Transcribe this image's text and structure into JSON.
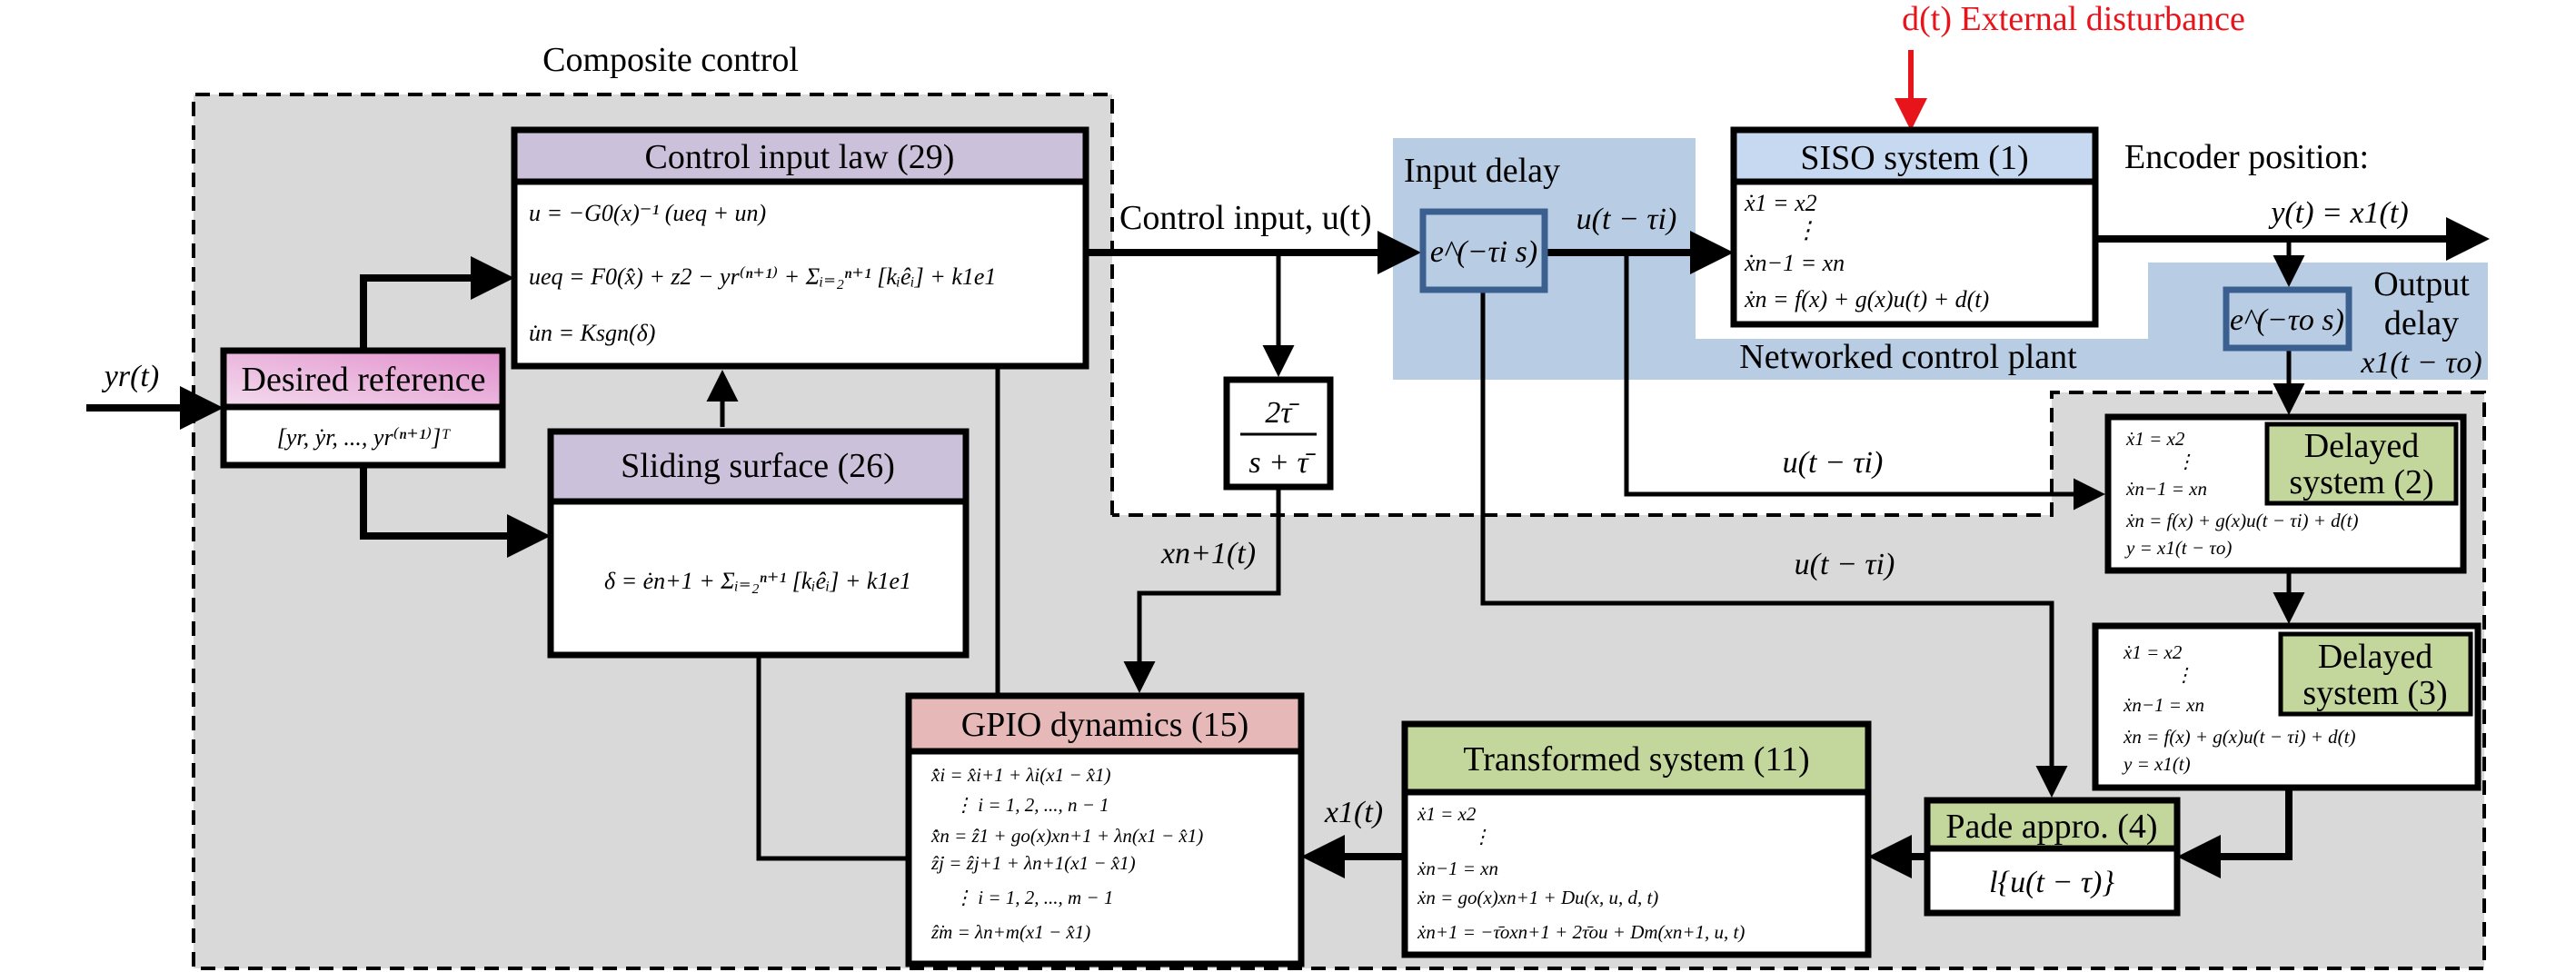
{
  "colors": {
    "composite_bg": "#d9d9d9",
    "network_bg": "#b8cce4",
    "delay_box_stroke": "#3b5f8f",
    "purple_header": "#ccc1da",
    "pink_header": "#e6a8d3",
    "gpio_header": "#e6b9b8",
    "green_header": "#c3d69b",
    "siso_header": "#c6d9f1",
    "disturbance": "#e8141c"
  },
  "regions": {
    "composite_control": "Composite control",
    "input_delay": "Input delay",
    "networked_plant": "Networked control plant",
    "output_delay_line1": "Output",
    "output_delay_line2": "delay"
  },
  "signals": {
    "reference_input": "yr(t)",
    "control_input": "Control input, u(t)",
    "delayed_input_top": "u(t − τi)",
    "delayed_input_mid": "u(t − τi)",
    "delayed_input_low": "u(t − τi)",
    "encoder_label": "Encoder position:",
    "output_eq": "y(t) = x1(t)",
    "delayed_output": "x1(t − τo)",
    "filter_output": "xn+1(t)",
    "observer_input": "x1(t)",
    "disturbance": "d(t) External disturbance"
  },
  "blocks": {
    "control_law": {
      "title": "Control input law (29)",
      "eqs": [
        "u = −G0(x)⁻¹ (ueq + un)",
        "ueq = F0(x̂) + z2 − yr⁽ⁿ⁺¹⁾ + Σᵢ₌₂ⁿ⁺¹ [kᵢêᵢ] + k1e1",
        "u̇n = Ksgn(δ)"
      ]
    },
    "desired_reference": {
      "title": "Desired reference",
      "eq": "[yr, ẏr, ..., yr⁽ⁿ⁺¹⁾]ᵀ"
    },
    "sliding_surface": {
      "title": "Sliding surface (26)",
      "eq": "δ = ėn+1 + Σᵢ₌₂ⁿ⁺¹ [kᵢêᵢ] + k1e1"
    },
    "filter": {
      "num": "2τ̄",
      "den": "s + τ̄"
    },
    "input_delay_tf": "e^(−τi s)",
    "output_delay_tf": "e^(−τo s)",
    "siso": {
      "title": "SISO system (1)",
      "eqs": [
        "ẋ1 = x2",
        "⋮",
        "ẋn−1 = xn",
        "ẋn = f(x) + g(x)u(t) + d(t)"
      ]
    },
    "delayed2": {
      "title_line1": "Delayed",
      "title_line2": "system (2)",
      "eqs": [
        "ẋ1 = x2",
        "⋮",
        "ẋn−1 = xn",
        "ẋn = f(x) + g(x)u(t − τi) + d(t)",
        "y = x1(t − τo)"
      ]
    },
    "delayed3": {
      "title_line1": "Delayed",
      "title_line2": "system (3)",
      "eqs": [
        "ẋ1 = x2",
        "⋮",
        "ẋn−1 = xn",
        "ẋn = f(x) + g(x)u(t − τi) + d(t)",
        "y = x1(t)"
      ]
    },
    "pade": {
      "title": "Pade appro. (4)",
      "eq": "l{u(t − τ)}"
    },
    "transformed": {
      "title": "Transformed system (11)",
      "eqs": [
        "ẋ1 = x2",
        "⋮",
        "ẋn−1 = xn",
        "ẋn = go(x)xn+1 + Du(x, u, d, t)",
        "ẋn+1 = −τ̄oxn+1 + 2τ̄ou + Dm(xn+1, u, t)"
      ]
    },
    "gpio": {
      "title": "GPIO dynamics (15)",
      "eqs": [
        "x̂̇i = x̂i+1 + λi(x1 − x̂1)",
        "⋮ i = 1, 2, ..., n − 1",
        "x̂̇n = ẑ1 + go(x)xn+1 + λn(x1 − x̂1)",
        "ẑ̇j = ẑj+1 + λn+1(x1 − x̂1)",
        "⋮ i = 1, 2, ..., m − 1",
        "ẑ̇m = λn+m(x1 − x̂1)"
      ]
    }
  }
}
